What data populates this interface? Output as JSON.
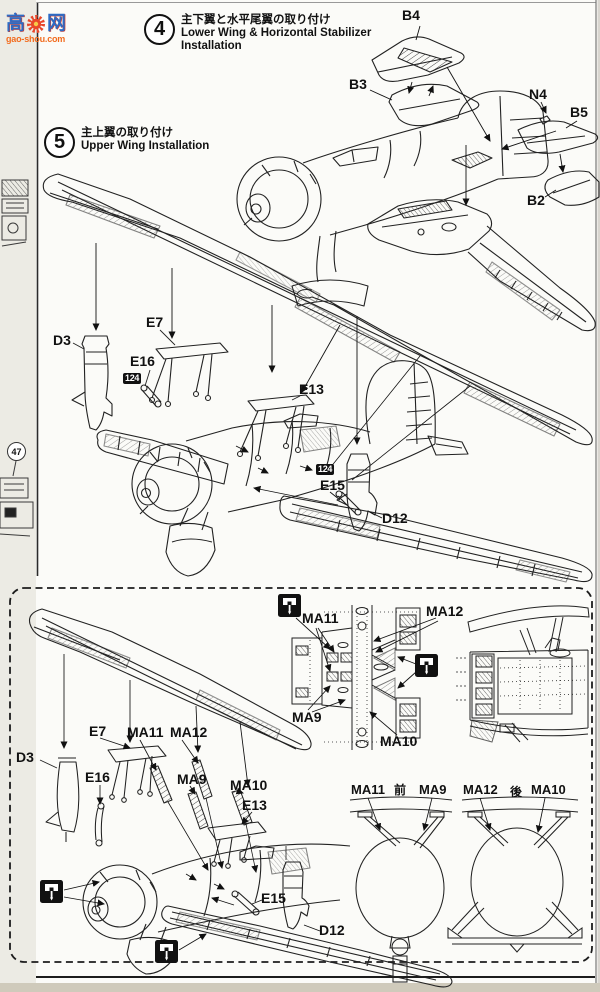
{
  "watermark": {
    "site_name_left": "高",
    "site_name_right": "网",
    "site_url": "gao-shou.com"
  },
  "page": {
    "paint_code": "124",
    "page_marker": "47"
  },
  "step4": {
    "number": "4",
    "title_jp": "主下翼と水平尾翼の取り付け",
    "title_en_line1": "Lower Wing & Horizontal Stabilizer",
    "title_en_line2": "Installation",
    "parts": {
      "b4": "B4",
      "b3": "B3",
      "n4": "N4",
      "b5": "B5",
      "b2": "B2"
    }
  },
  "step5": {
    "number": "5",
    "title_jp": "主上翼の取り付け",
    "title_en_line1": "Upper Wing Installation",
    "parts": {
      "d3": "D3",
      "e7": "E7",
      "e16": "E16",
      "e13": "E13",
      "e15": "E15",
      "d12": "D12"
    }
  },
  "detail_box": {
    "parts": {
      "d3": "D3",
      "e7": "E7",
      "e16": "E16",
      "e13": "E13",
      "e15": "E15",
      "d12": "D12",
      "ma9": "MA9",
      "ma10": "MA10",
      "ma11": "MA11",
      "ma12": "MA12"
    },
    "tank_front": {
      "left": "MA11",
      "center_jp": "前",
      "right": "MA9"
    },
    "tank_rear": {
      "left": "MA12",
      "center_jp": "後",
      "right": "MA10"
    }
  }
}
